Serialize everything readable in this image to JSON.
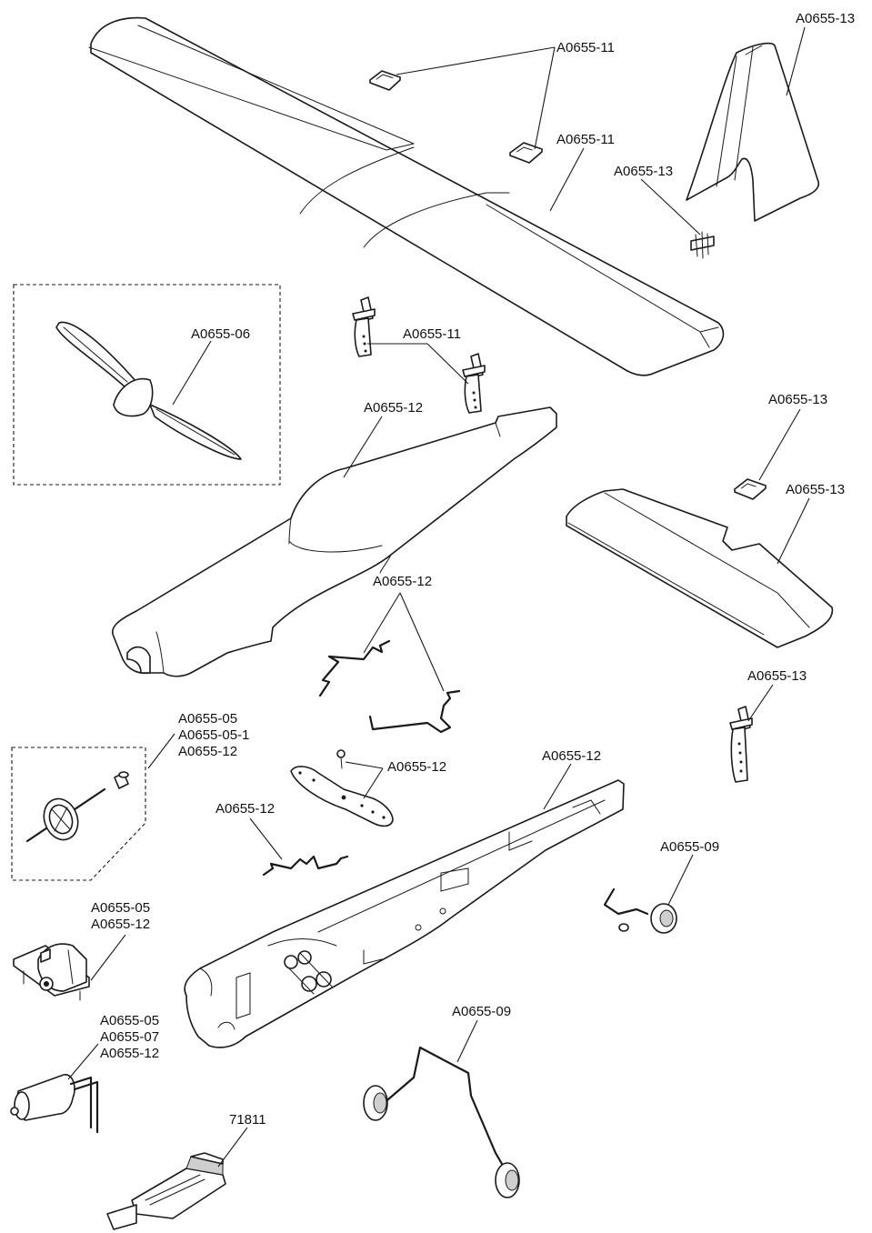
{
  "diagram": {
    "parts": {
      "main_wing": "A0655-11",
      "wing_pad_upper": "A0655-11",
      "wing_pad_lower": "A0655-11",
      "vertical_fin": "A0655-13",
      "fin_clip": "A0655-13",
      "propeller": "A0655-06",
      "control_horns": "A0655-11",
      "fuselage_top": "A0655-12",
      "tail_pad": "A0655-13",
      "horizontal_stabilizer": "A0655-13",
      "pushrods": "A0655-12",
      "elevator_horn": "A0655-13",
      "gear_set": [
        "A0655-05",
        "A0655-05-1",
        "A0655-12"
      ],
      "servo_arm": "A0655-12",
      "fuselage_bottom": "A0655-12",
      "z_wire": "A0655-12",
      "tail_wheel": "A0655-09",
      "motor_mount": [
        "A0655-05",
        "A0655-12"
      ],
      "motor": [
        "A0655-05",
        "A0655-07",
        "A0655-12"
      ],
      "main_landing_gear": "A0655-09",
      "receiver": "71811"
    }
  }
}
